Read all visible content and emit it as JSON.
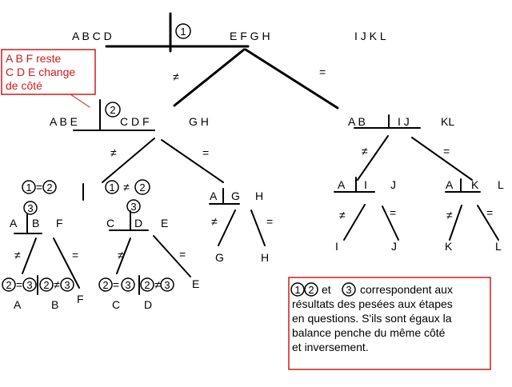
{
  "step1": {
    "left": "A B C D",
    "num": "1",
    "right": "E F G H",
    "aside": "I J K L"
  },
  "branch1": {
    "neq": "≠",
    "eq": "="
  },
  "note": {
    "line1": "A B F reste",
    "line2": "C D E change",
    "line3": "de côté"
  },
  "step2a": {
    "left": "A B E",
    "num": "2",
    "right": "C D F",
    "aside": "G H",
    "neq": "≠",
    "eq": "="
  },
  "step2b": {
    "left": "A B",
    "right": "I J",
    "aside": "KL",
    "neq": "≠",
    "eq": "="
  },
  "cond1": {
    "a": "1",
    "rel": "=",
    "b": "2"
  },
  "cond2": {
    "a": "1",
    "rel": "≠",
    "b": "2"
  },
  "w3a": {
    "num": "3",
    "left": "A",
    "right": "B",
    "aside": "F",
    "neq": "≠",
    "eq": "=",
    "res_eq": "F"
  },
  "w3b": {
    "num": "3",
    "left": "C",
    "right": "D",
    "aside": "E",
    "neq": "≠",
    "eq": "=",
    "res_eq": "E"
  },
  "w3c": {
    "left": "A",
    "right": "G",
    "aside": "H",
    "neq": "≠",
    "eq": "=",
    "res_neq": "G",
    "res_eq": "H"
  },
  "w3d": {
    "left": "A",
    "right": "I",
    "aside": "J",
    "neq": "≠",
    "eq": "=",
    "res_neq": "I",
    "res_eq": "J"
  },
  "w3e": {
    "left": "A",
    "right": "K",
    "aside": "L",
    "neq": "≠",
    "eq": "=",
    "res_neq": "K",
    "res_eq": "L"
  },
  "leafA": {
    "c1": "2",
    "eq": "=",
    "c2": "3",
    "c3": "2",
    "neq": "≠",
    "c4": "3",
    "r1": "A",
    "r2": "B"
  },
  "leafC": {
    "c1": "2",
    "eq": "=",
    "c2": "3",
    "c3": "2",
    "neq": "≠",
    "c4": "3",
    "r1": "C",
    "r2": "D"
  },
  "legend": {
    "c1": "1",
    "c2": "2",
    "et": "et",
    "c3": "3",
    "line1": "correspondent aux",
    "line2": "résultats des pesées aux étapes",
    "line3": "en questions. S'ils sont égaux la",
    "line4": "balance penche du même côté",
    "line5": "et inversement."
  },
  "colors": {
    "ink": "#000000",
    "accent": "#d11a1a"
  }
}
